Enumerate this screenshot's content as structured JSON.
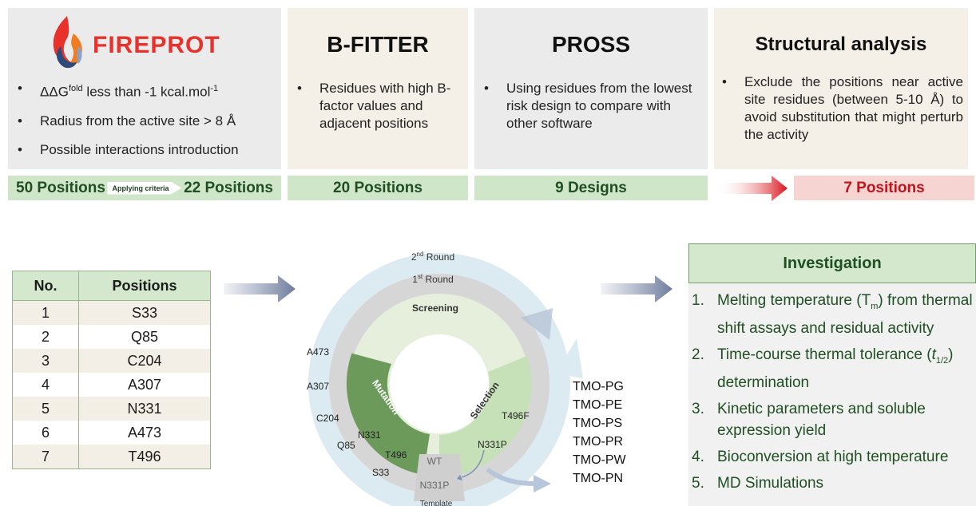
{
  "colors": {
    "panel_gray": "#ebebeb",
    "panel_beige": "#f4efe7",
    "bar_green": "#cfe6c8",
    "bar_pink": "#f6d4d2",
    "text_green": "#1f4f22",
    "text_red": "#c0141a",
    "dark_green": "#6c9a5a",
    "light_green": "#c6e0b8",
    "arrow_blue": "#7b89a8"
  },
  "panels": {
    "fireprot": {
      "logo_text": "FIREPROT",
      "bullets": [
        "ΔΔG",
        "Radius from the active site > 8 Å",
        "Possible interactions introduction"
      ],
      "bullet1_sup1": "fold",
      "bullet1_rest": " less than -1 kcal.mol",
      "bullet1_sup2": "-1",
      "bar_left": "50 Positions",
      "bar_mid": "Applying criteria",
      "bar_right": "22 Positions"
    },
    "bfitter": {
      "title": "B-FITTER",
      "bullet": "Residues with high B-factor values and adjacent positions",
      "bar": "20 Positions"
    },
    "pross": {
      "title": "PROSS",
      "bullet": "Using residues from the lowest risk design to compare with other software",
      "bar": "9 Designs"
    },
    "structural": {
      "title": "Structural analysis",
      "bullet": "Exclude the positions near active site residues (between 5-10 Å) to avoid substitution that might perturb the activity",
      "bar": "7 Positions"
    }
  },
  "table": {
    "headers": [
      "No.",
      "Positions"
    ],
    "rows": [
      [
        "1",
        "S33"
      ],
      [
        "2",
        "Q85"
      ],
      [
        "3",
        "C204"
      ],
      [
        "4",
        "A307"
      ],
      [
        "5",
        "N331"
      ],
      [
        "6",
        "A473"
      ],
      [
        "7",
        "T496"
      ]
    ]
  },
  "cycle": {
    "round2": "2nd Round",
    "round2_sup": "nd",
    "round1": "1st Round",
    "round1_sup": "st",
    "screening": "Screening",
    "mutation": "Mutation",
    "selection": "Selection",
    "wt": "WT",
    "template_site": "N331P",
    "template": "Template",
    "outer_labels": [
      "A473",
      "A307",
      "C204",
      "Q85",
      "S33"
    ],
    "inner_labels": [
      "N331",
      "T496"
    ],
    "right_labels": [
      "T496F",
      "N331P"
    ]
  },
  "designs": [
    "TMO-PG",
    "TMO-PE",
    "TMO-PS",
    "TMO-PR",
    "TMO-PW",
    "TMO-PN"
  ],
  "investigation": {
    "title": "Investigation",
    "items": [
      {
        "n": "1.",
        "pre": "Melting temperature (T",
        "sub": "m",
        "post": ") from thermal shift assays and residual activity"
      },
      {
        "n": "2.",
        "pre": "Time-course thermal tolerance (",
        "ital": "t",
        "sub": "1/2",
        "post": ") determination"
      },
      {
        "n": "3.",
        "pre": "Kinetic parameters and soluble expression yield"
      },
      {
        "n": "4.",
        "pre": "Bioconversion at high temperature"
      },
      {
        "n": "5.",
        "pre": "MD Simulations"
      }
    ]
  }
}
